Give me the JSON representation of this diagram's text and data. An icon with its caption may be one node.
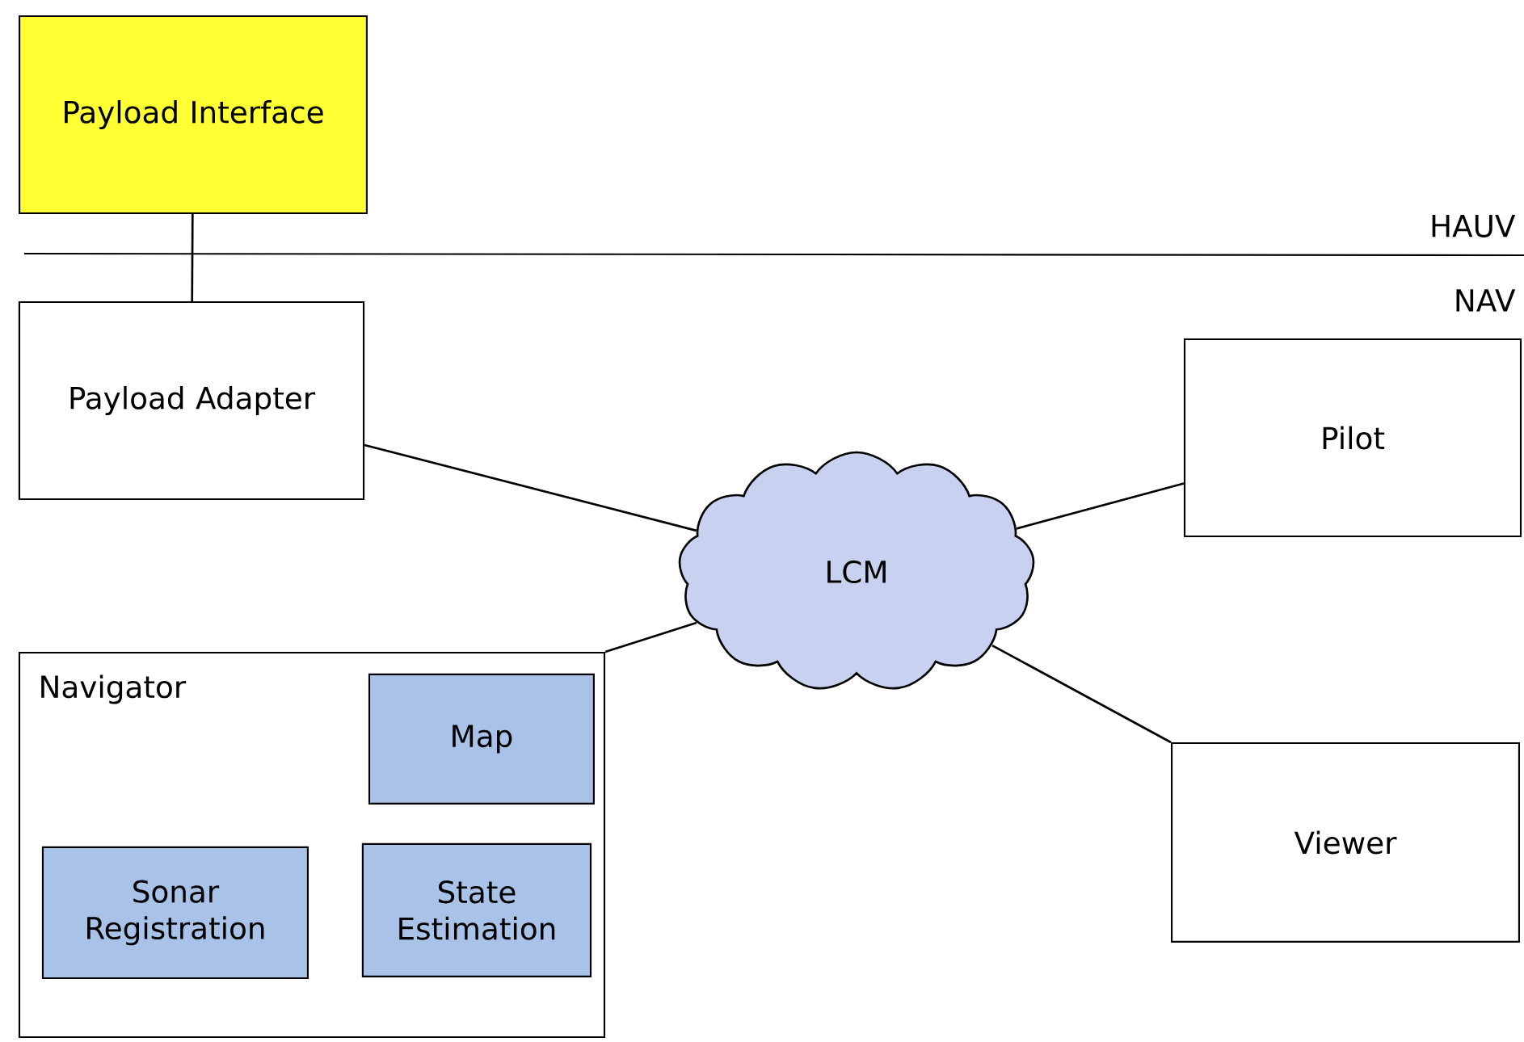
{
  "diagram": {
    "nodes": [
      {
        "text": [
          "Payload Interface"
        ]
      },
      {
        "text": [
          "Payload Adapter"
        ]
      },
      {
        "text": [
          "Pilot"
        ]
      },
      {
        "text": [
          "LCM"
        ]
      },
      {
        "text": [
          "Navigator"
        ]
      },
      {
        "text": [
          "Map"
        ],
        "in": 4
      },
      {
        "text": [
          "Sonar Registration"
        ],
        "in": 4
      },
      {
        "text": [
          "State Estimation"
        ],
        "in": 4
      },
      {
        "text": [
          "Viewer"
        ]
      }
    ],
    "edges": [
      {
        "from": 0,
        "to": 1,
        "arrow": "none"
      },
      {
        "from": 1,
        "to": 3,
        "arrow": "none"
      },
      {
        "from": 2,
        "to": 3,
        "arrow": "none"
      },
      {
        "from": 4,
        "to": 3,
        "arrow": "none"
      },
      {
        "from": 8,
        "to": 3,
        "arrow": "none"
      }
    ],
    "labels": [
      "HAUV",
      "NAV"
    ]
  }
}
